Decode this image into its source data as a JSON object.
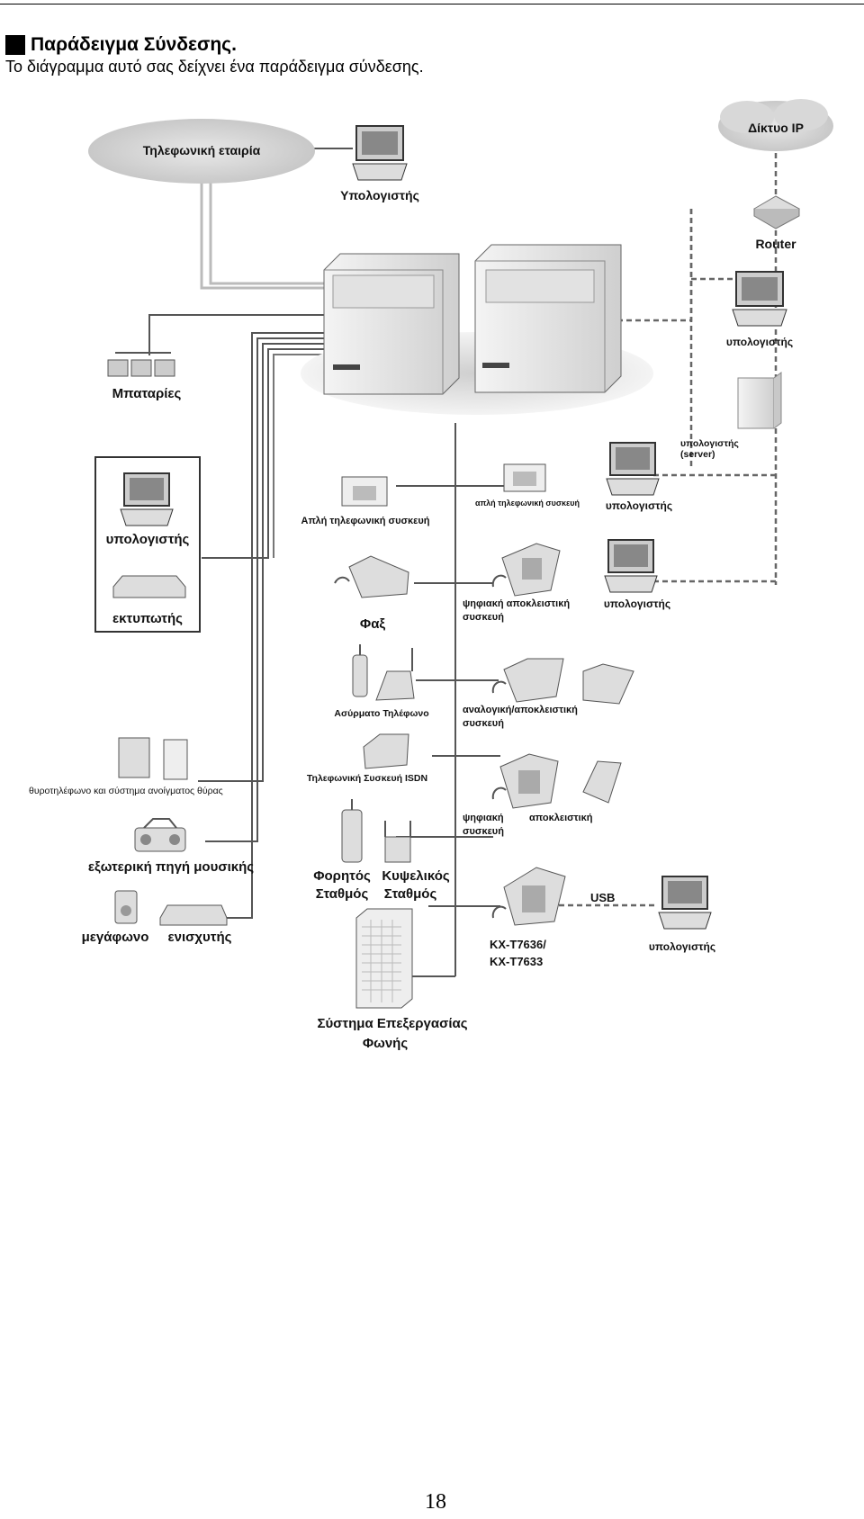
{
  "heading": "Παράδειγμα Σύνδεσης.",
  "subtitle": "Το διάγραμμα αυτό σας δείχνει ένα παράδειγμα σύνδεσης.",
  "page_number": "18",
  "diagram": {
    "telephone_company": "Τηλεφωνική εταιρία",
    "ip_network": "Δίκτυο IP",
    "computer_top": "Υπολογιστής",
    "router": "Router",
    "computer_right1": "υπολογιστής",
    "server": "υπολογιστής\n(server)",
    "server_line1": "υπολογιστής",
    "server_line2": "(server)",
    "batteries": "Μπαταρίες",
    "computer_left": "υπολογιστής",
    "printer": "εκτυπωτής",
    "single_phone1": "Απλή τηλεφωνική συσκευή",
    "single_phone2": "απλή τηλεφωνική συσκευή",
    "computer_mid1": "υπολογιστής",
    "fax": "Φαξ",
    "digital_prop_1": "ψηφιακή αποκλειστική",
    "digital_prop_2": "συσκευή",
    "computer_mid2": "υπολογιστής",
    "cordless": "Ασύρματο Τηλέφωνο",
    "analog_prop_1": "αναλογική/αποκλειστική",
    "analog_prop_2": "συσκευή",
    "doorphone": "θυροτηλέφωνο και  σύστημα ανοίγματος θύρας",
    "isdn": "Τηλεφωνική Συσκευή ISDN",
    "digital_1": "ψηφιακή",
    "digital_2": "συσκευή",
    "proprietary": "αποκλειστική",
    "music": "εξωτερική πηγή μουσικής",
    "portable_1": "Φορητός",
    "portable_2": "Σταθμός",
    "cell_1": "Κυψελικός",
    "cell_2": "Σταθμός",
    "usb": "USB",
    "model_1": "KX-T7636/",
    "model_2": "KX-T7633",
    "computer_usb": "υπολογιστής",
    "speaker": "μεγάφωνο",
    "amplifier": "ενισχυτής",
    "voice_1": "Σύστημα Επεξεργασίας",
    "voice_2": "Φωνής"
  }
}
